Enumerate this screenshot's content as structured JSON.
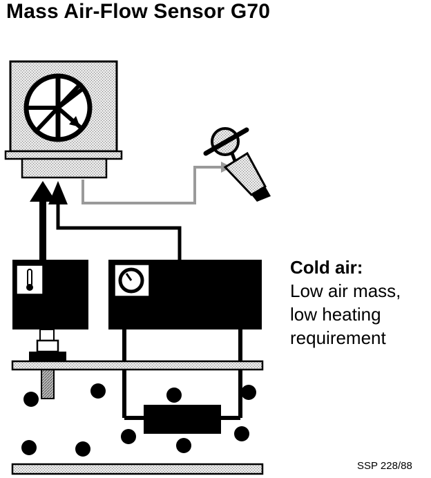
{
  "title": "Mass Air-Flow Sensor G70",
  "caption": {
    "heading": "Cold air:",
    "lines": [
      "Low air mass,",
      "low heating",
      "requirement"
    ]
  },
  "reference": "SSP 228/88",
  "colors": {
    "ink": "#000000",
    "shade": "#c8c8c8",
    "paper": "#ffffff",
    "plug_hatch": "#9a9a9a"
  },
  "icons": {
    "control_unit": "transistor-icon",
    "temperature_sensor": "thermometer-icon",
    "pressure_sensor": "gauge-icon",
    "injector": "injector-icon"
  }
}
